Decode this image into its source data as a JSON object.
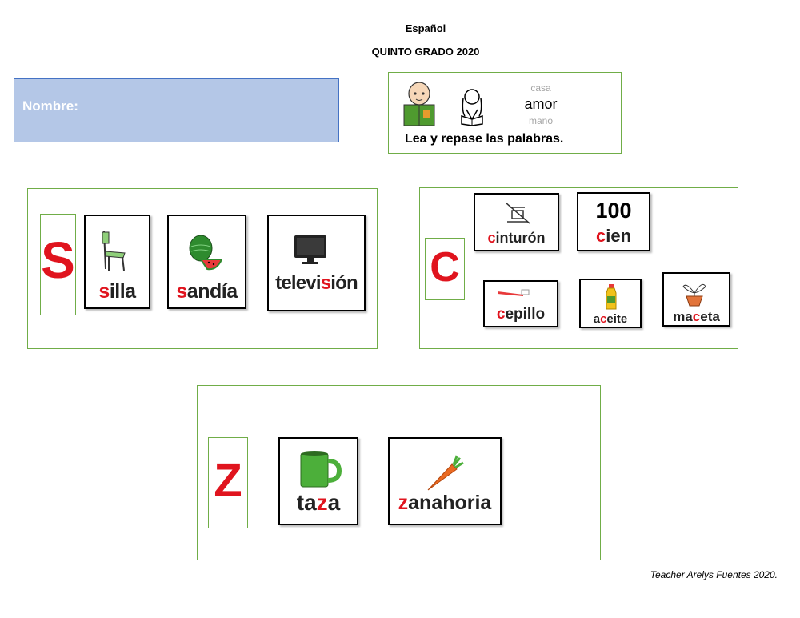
{
  "header": {
    "subject": "Español",
    "grade": "QUINTO GRADO 2020"
  },
  "name_field": {
    "label": "Nombre:"
  },
  "instructions": {
    "word_top": "casa",
    "word_middle": "amor",
    "word_bottom": "mano",
    "text": "Lea y repase las palabras."
  },
  "sections": {
    "s": {
      "letter": "S",
      "cards": [
        {
          "pre": "",
          "hl": "s",
          "post": "illa"
        },
        {
          "pre": "",
          "hl": "s",
          "post": "andía"
        },
        {
          "pre": "televi",
          "hl": "s",
          "post": "ión"
        }
      ]
    },
    "c": {
      "letter": "C",
      "cards": [
        {
          "pre": "",
          "hl": "c",
          "post": "inturón"
        },
        {
          "number": "100",
          "pre": "",
          "hl": "c",
          "post": "ien"
        },
        {
          "pre": "",
          "hl": "c",
          "post": "epillo"
        },
        {
          "pre": "a",
          "hl": "c",
          "post": "eite"
        },
        {
          "pre": "ma",
          "hl": "c",
          "post": "eta"
        }
      ]
    },
    "z": {
      "letter": "Z",
      "cards": [
        {
          "pre": "ta",
          "hl": "z",
          "post": "a"
        },
        {
          "pre": "",
          "hl": "z",
          "post": "anahoria"
        }
      ]
    }
  },
  "footer": {
    "credit": "Teacher Arelys Fuentes 2020."
  }
}
